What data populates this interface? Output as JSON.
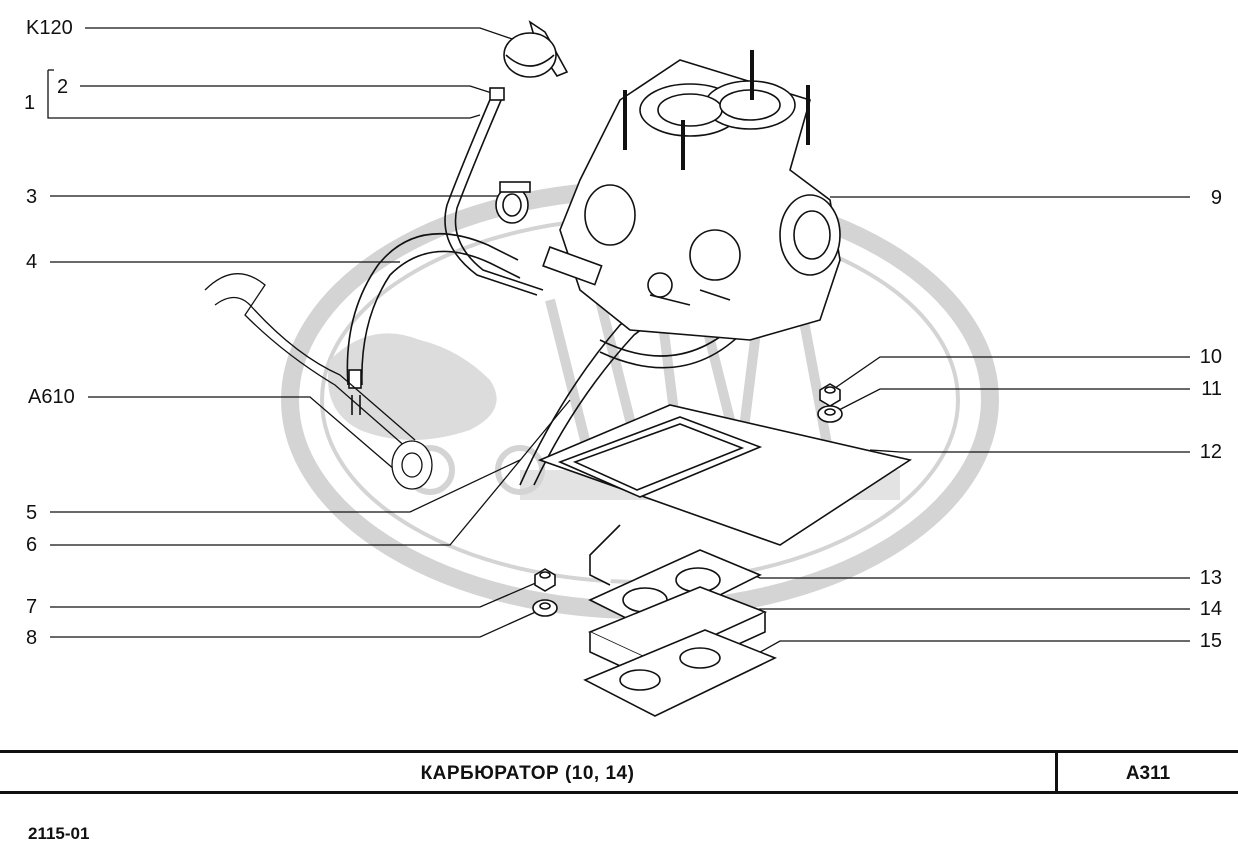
{
  "callouts": {
    "k120": "K120",
    "n1": "1",
    "n2": "2",
    "n3": "3",
    "n4": "4",
    "a610": "A610",
    "n5": "5",
    "n6": "6",
    "n7": "7",
    "n8": "8",
    "n9": "9",
    "n10": "10",
    "n11": "11",
    "n12": "12",
    "n13": "13",
    "n14": "14",
    "n15": "15"
  },
  "footer": {
    "title": "КАРБЮРАТОР  (10, 14)",
    "code": "A311"
  },
  "model_code": "2115-01",
  "colors": {
    "line": "#111111",
    "watermark": "#d4d4d4"
  }
}
